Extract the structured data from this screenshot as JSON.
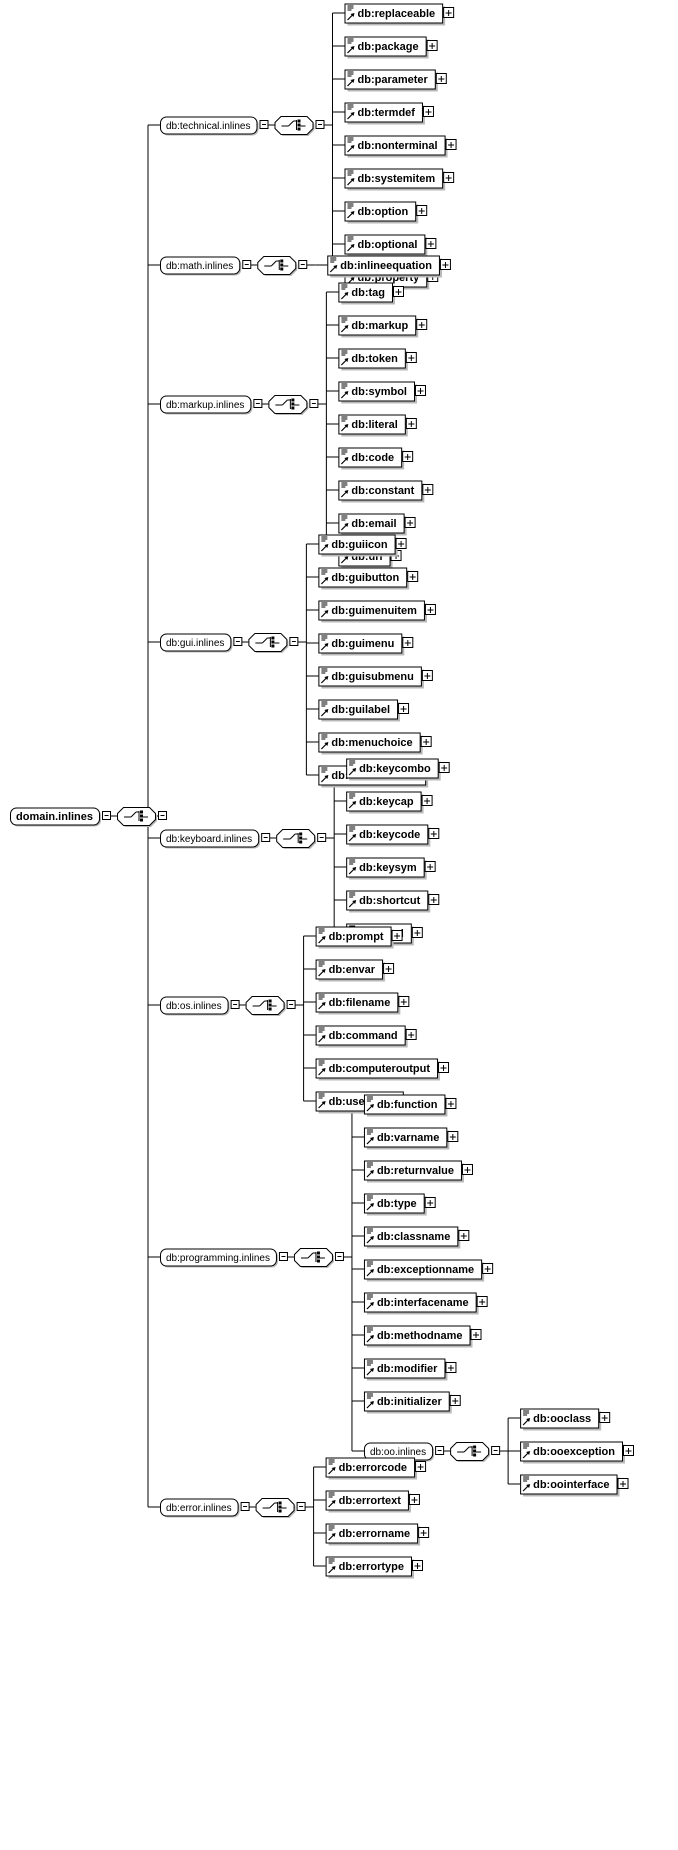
{
  "root": {
    "label": "domain.inlines"
  },
  "groups": [
    {
      "label": "db:technical.inlines",
      "elements": [
        "db:replaceable",
        "db:package",
        "db:parameter",
        "db:termdef",
        "db:nonterminal",
        "db:systemitem",
        "db:option",
        "db:optional",
        "db:property"
      ]
    },
    {
      "label": "db:math.inlines",
      "elements": [
        "db:inlineequation"
      ]
    },
    {
      "label": "db:markup.inlines",
      "elements": [
        "db:tag",
        "db:markup",
        "db:token",
        "db:symbol",
        "db:literal",
        "db:code",
        "db:constant",
        "db:email",
        "db:uri"
      ]
    },
    {
      "label": "db:gui.inlines",
      "elements": [
        "db:guiicon",
        "db:guibutton",
        "db:guimenuitem",
        "db:guimenu",
        "db:guisubmenu",
        "db:guilabel",
        "db:menuchoice",
        "db:mousebutton"
      ]
    },
    {
      "label": "db:keyboard.inlines",
      "elements": [
        "db:keycombo",
        "db:keycap",
        "db:keycode",
        "db:keysym",
        "db:shortcut",
        "db:accel"
      ]
    },
    {
      "label": "db:os.inlines",
      "elements": [
        "db:prompt",
        "db:envar",
        "db:filename",
        "db:command",
        "db:computeroutput",
        "db:userinput"
      ]
    },
    {
      "label": "db:programming.inlines",
      "elements": [
        "db:function",
        "db:varname",
        "db:returnvalue",
        "db:type",
        "db:classname",
        "db:exceptionname",
        "db:interfacename",
        "db:methodname",
        "db:modifier",
        "db:initializer"
      ],
      "subgroup": {
        "label": "db:oo.inlines",
        "elements": [
          "db:ooclass",
          "db:ooexception",
          "db:oointerface"
        ]
      }
    },
    {
      "label": "db:error.inlines",
      "elements": [
        "db:errorcode",
        "db:errortext",
        "db:errorname",
        "db:errortype"
      ]
    }
  ]
}
